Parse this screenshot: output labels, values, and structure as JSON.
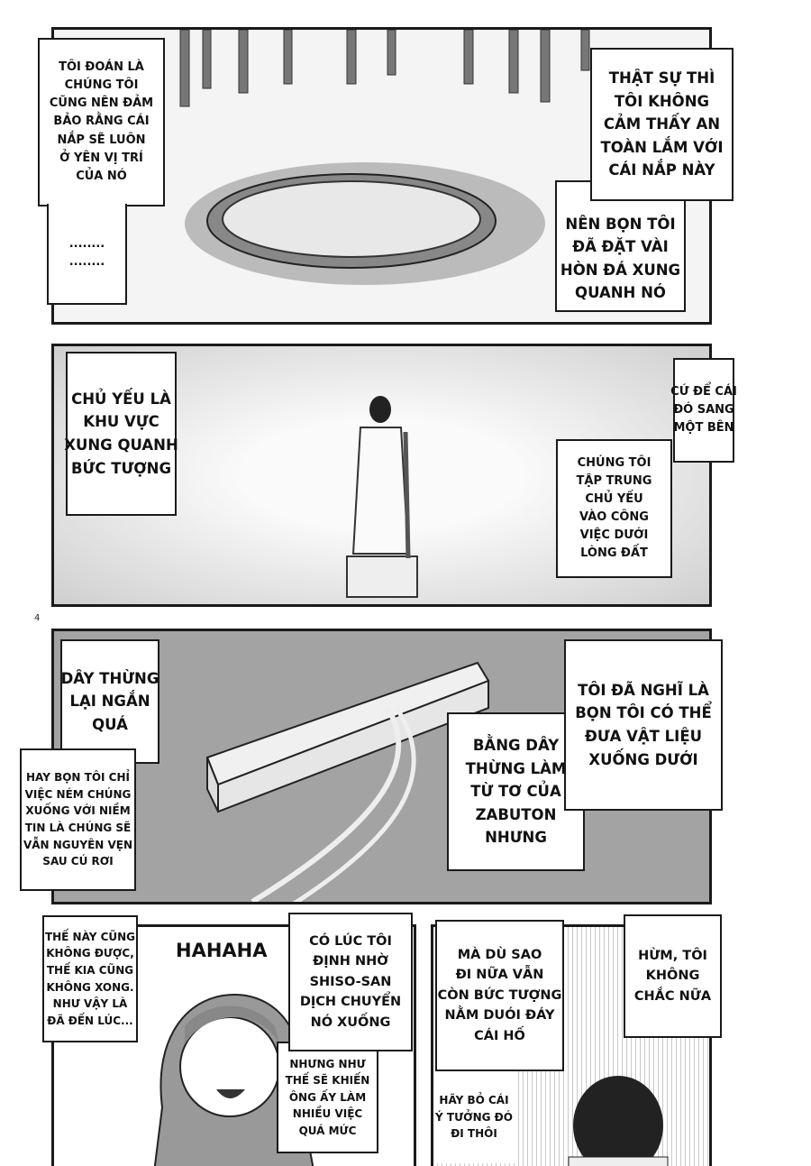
{
  "page_number": "4",
  "panels": [
    {
      "bubbles": [
        {
          "lines": [
            "TÔI ĐOÁN LÀ",
            "CHÚNG TÔI",
            "CŨNG NÊN ĐẢM",
            "BẢO RẰNG CÁI",
            "NẮP SẼ LUÔN",
            "Ở YÊN VỊ TRÍ",
            "CỦA NÓ"
          ]
        },
        {
          "lines": [
            "........",
            "........"
          ]
        },
        {
          "lines": [
            "THẬT SỰ THÌ",
            "TÔI KHÔNG",
            "CẢM THẤY AN",
            "TOÀN LẮM VỚI",
            "CÁI NẮP NÀY"
          ]
        },
        {
          "lines": [
            "NÊN BỌN TÔI",
            "ĐÃ ĐẶT VÀI",
            "HÒN ĐÁ XUNG",
            "QUANH NÓ"
          ]
        }
      ]
    },
    {
      "bubbles": [
        {
          "lines": [
            "CHỦ YẾU LÀ",
            "KHU VỰC",
            "XUNG QUANH",
            "BỨC TƯỢNG"
          ]
        },
        {
          "lines": [
            "CỨ ĐỂ CÁI",
            "ĐÓ SANG",
            "MỘT BÊN"
          ]
        },
        {
          "lines": [
            "CHÚNG TÔI",
            "TẬP TRUNG",
            "CHỦ YẾU",
            "VÀO CÔNG",
            "VIỆC DƯỚI",
            "LÒNG ĐẤT"
          ]
        }
      ]
    },
    {
      "bubbles": [
        {
          "lines": [
            "DÂY THỪNG",
            "LẠI NGẮN",
            "QUÁ"
          ]
        },
        {
          "lines": [
            "HAY BỌN TÔI CHỈ",
            "VIỆC NÉM CHÚNG",
            "XUỐNG VỚI NIỀM",
            "TIN LÀ CHÚNG SẼ",
            "VẪN NGUYÊN VẸN",
            "SAU CÚ RƠI"
          ]
        },
        {
          "lines": [
            "TÔI ĐÃ NGHĨ LÀ",
            "BỌN TÔI CÓ THỂ",
            "ĐƯA VẬT LIỆU",
            "XUỐNG DƯỚI"
          ]
        },
        {
          "lines": [
            "BẰNG DÂY",
            "THỪNG LÀM",
            "TỪ TƠ CỦA",
            "ZABUTON",
            "NHƯNG"
          ]
        }
      ]
    },
    {
      "sfx": "HAHAHA",
      "bubbles": [
        {
          "lines": [
            "THẾ NÀY CŨNG",
            "KHÔNG ĐƯỢC,",
            "THẾ KIA CŨNG",
            "KHÔNG XONG.",
            "NHƯ VẬY LÀ",
            "ĐÃ ĐẾN LÚC..."
          ]
        },
        {
          "lines": [
            "CÓ LÚC TÔI",
            "ĐỊNH NHỜ",
            "SHISO-SAN",
            "DỊCH CHUYỂN",
            "NÓ XUỐNG"
          ]
        },
        {
          "lines": [
            "NHƯNG NHƯ",
            "THẾ SẼ KHIẾN",
            "ÔNG ẤY LÀM",
            "NHIỀU VIỆC",
            "QUÁ MỨC"
          ]
        }
      ]
    },
    {
      "bubbles": [
        {
          "lines": [
            "MÀ DÙ SAO",
            "ĐI NỮA VẪN",
            "CÒN BỨC TƯỢNG",
            "NẰM DUÓI ĐÁY",
            "CÁI HỐ"
          ]
        },
        {
          "lines": [
            "HỪM, TÔI",
            "KHÔNG",
            "CHẮC NỮA"
          ]
        },
        {
          "lines": [
            "HÃY BỎ CÁI",
            "Ý TƯỞNG ĐÓ",
            "ĐI THÔI"
          ]
        }
      ]
    }
  ]
}
